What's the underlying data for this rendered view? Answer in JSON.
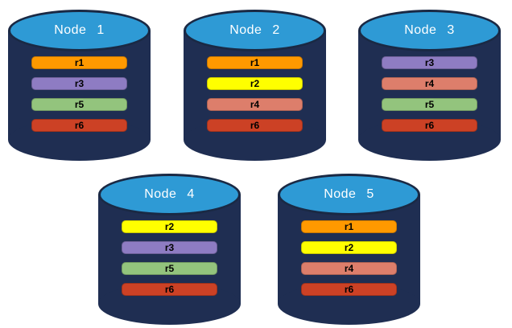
{
  "colors": {
    "background": "#FFFFFF",
    "cylinder_body": "#1F2E52",
    "cylinder_top_fill": "#2E9AD5",
    "cylinder_top_border": "#1A2944",
    "node_title_text": "#FFFFFF",
    "replica_label_text": "#000000"
  },
  "replica_palette": {
    "r1": "#FF9900",
    "r2": "#FFFF00",
    "r3": "#8E7CC3",
    "r4": "#DD7E6B",
    "r5": "#93C47D",
    "r6": "#CC4125"
  },
  "nodes": [
    {
      "title": "Node 1",
      "replicas": [
        {
          "label": "r1",
          "color": "#FF9900"
        },
        {
          "label": "r3",
          "color": "#8E7CC3"
        },
        {
          "label": "r5",
          "color": "#93C47D"
        },
        {
          "label": "r6",
          "color": "#CC4125"
        }
      ]
    },
    {
      "title": "Node 2",
      "replicas": [
        {
          "label": "r1",
          "color": "#FF9900"
        },
        {
          "label": "r2",
          "color": "#FFFF00"
        },
        {
          "label": "r4",
          "color": "#DD7E6B"
        },
        {
          "label": "r6",
          "color": "#CC4125"
        }
      ]
    },
    {
      "title": "Node 3",
      "replicas": [
        {
          "label": "r3",
          "color": "#8E7CC3"
        },
        {
          "label": "r4",
          "color": "#DD7E6B"
        },
        {
          "label": "r5",
          "color": "#93C47D"
        },
        {
          "label": "r6",
          "color": "#CC4125"
        }
      ]
    },
    {
      "title": "Node 4",
      "replicas": [
        {
          "label": "r2",
          "color": "#FFFF00"
        },
        {
          "label": "r3",
          "color": "#8E7CC3"
        },
        {
          "label": "r5",
          "color": "#93C47D"
        },
        {
          "label": "r6",
          "color": "#CC4125"
        }
      ]
    },
    {
      "title": "Node 5",
      "replicas": [
        {
          "label": "r1",
          "color": "#FF9900"
        },
        {
          "label": "r2",
          "color": "#FFFF00"
        },
        {
          "label": "r4",
          "color": "#DD7E6B"
        },
        {
          "label": "r6",
          "color": "#CC4125"
        }
      ]
    }
  ]
}
